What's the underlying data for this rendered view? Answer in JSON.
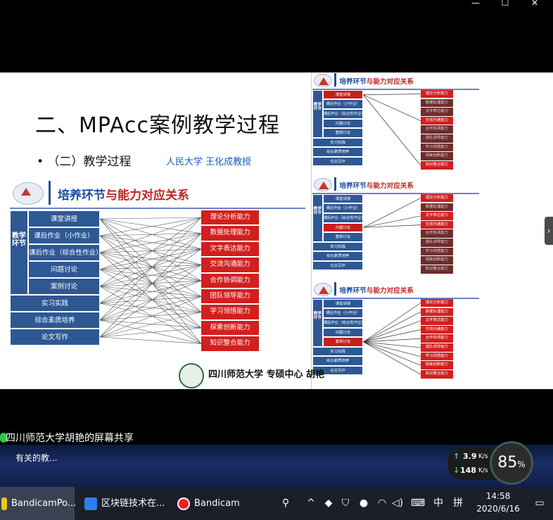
{
  "window": {
    "minimize": "—",
    "maximize": "☐",
    "close": "✕"
  },
  "slide": {
    "title": "二、MPAcc案例教学过程",
    "bullet": "• （二）教学过程",
    "author": "人民大学  王化成教授",
    "school": "四川师范大学 专硕中心  胡艳",
    "banner_title_part1": "培养环节",
    "banner_title_part2": "与能力对应关系",
    "side_label": "教学环节",
    "left_items": [
      "课堂讲授",
      "课后作业（小作业）",
      "课后作业（综合性作业）",
      "问题讨论",
      "案例讨论"
    ],
    "bottom_items": [
      "实习实践",
      "综合素质培养",
      "论文写作"
    ],
    "abilities": [
      "理论分析能力",
      "数据处理能力",
      "文字表达能力",
      "交流沟通能力",
      "合作协调能力",
      "团队领导能力",
      "学习领悟能力",
      "探索创新能力",
      "知识整合能力"
    ]
  },
  "thumbnails": [
    {
      "highlight": 0,
      "strong": [
        0,
        3,
        8
      ]
    },
    {
      "highlight": 3,
      "strong": [
        0,
        2,
        3
      ]
    },
    {
      "highlight": 4,
      "strong": [
        0,
        1,
        2,
        3,
        4,
        5,
        6,
        7,
        8
      ]
    }
  ],
  "share_title": "四川师范大学胡艳的屏幕共享",
  "marquee": "有关的教...",
  "net": {
    "up": "3.9",
    "up_unit": "K/s",
    "down": "148",
    "down_unit": "K/s",
    "percent": "85",
    "percent_unit": "%"
  },
  "taskbar": {
    "items": [
      "BandicamPo...",
      "区块链技术在...",
      "Bandicam"
    ],
    "ime": "中",
    "ime2": "拼",
    "time": "14:58",
    "date": "2020/6/16"
  },
  "colors": {
    "blue": "#2e5894",
    "red": "#d21f1f",
    "title_blue": "#1b4f9c"
  }
}
